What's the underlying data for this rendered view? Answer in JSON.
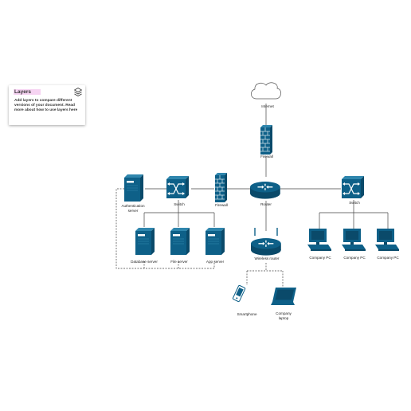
{
  "layers_panel": {
    "title": "Layers",
    "description": "Add layers to compare different versions of your document. Read more about how to use layers here"
  },
  "colors": {
    "device_fill": "#0e6088",
    "device_dark": "#0a4a6a",
    "line": "#444444"
  },
  "nodes": {
    "internet": "Internet",
    "firewall_top": "Firewall",
    "router": "Router",
    "firewall_left": "Firewall",
    "switch_left": "Switch",
    "auth_server_line1": "Authentication",
    "auth_server_line2": "server",
    "db_server": "Database server",
    "file_server": "File server",
    "app_server": "App server",
    "wireless_router": "Wireless router",
    "smartphone": "Smartphone",
    "laptop_line1": "Company",
    "laptop_line2": "laptop",
    "switch_right": "Switch",
    "pc1": "Company PC",
    "pc2": "Company PC",
    "pc3": "Company PC"
  }
}
